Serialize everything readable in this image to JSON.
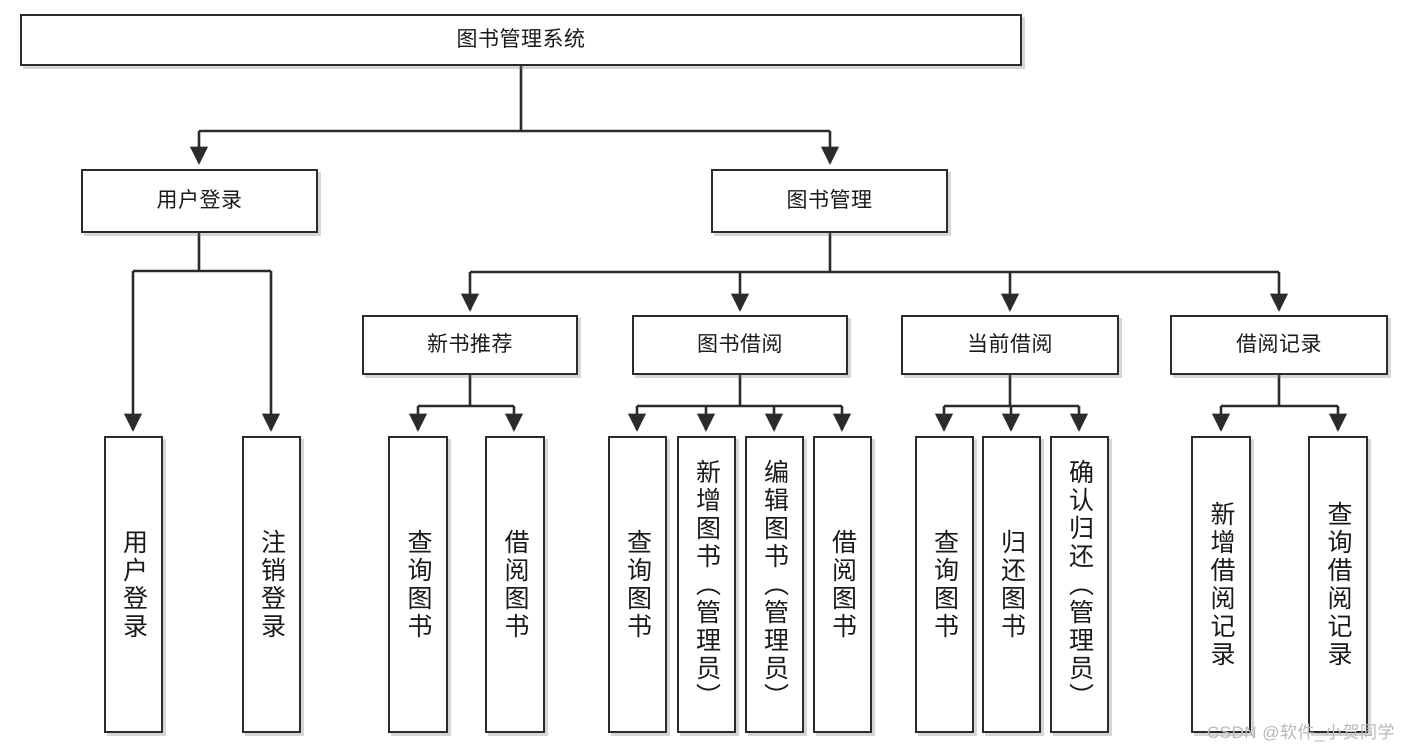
{
  "diagram": {
    "type": "tree",
    "title": "图书管理系统",
    "watermark": "CSDN @软件_小贺同学",
    "colors": {
      "box_border": "#2b2b2b",
      "box_fill": "#ffffff",
      "connector": "#2b2b2b",
      "watermark": "#b9b9b9",
      "background": "#ffffff"
    },
    "nodes": {
      "root": {
        "label": "图书管理系统",
        "level": 0,
        "orientation": "horizontal"
      },
      "l1": [
        {
          "id": "user-login",
          "label": "用户登录",
          "orientation": "horizontal"
        },
        {
          "id": "book-manage",
          "label": "图书管理",
          "orientation": "horizontal"
        }
      ],
      "l2": [
        {
          "id": "new-book-recommend",
          "label": "新书推荐",
          "orientation": "horizontal"
        },
        {
          "id": "book-borrow",
          "label": "图书借阅",
          "orientation": "horizontal"
        },
        {
          "id": "current-borrow",
          "label": "当前借阅",
          "orientation": "horizontal"
        },
        {
          "id": "borrow-record",
          "label": "借阅记录",
          "orientation": "horizontal"
        }
      ],
      "leaves": [
        {
          "id": "leaf-user-login",
          "label": "用户登录",
          "parent": "user-login",
          "orientation": "vertical"
        },
        {
          "id": "leaf-logout",
          "label": "注销登录",
          "parent": "user-login",
          "orientation": "vertical"
        },
        {
          "id": "leaf-query-book-1",
          "label": "查询图书",
          "parent": "new-book-recommend",
          "orientation": "vertical"
        },
        {
          "id": "leaf-borrow-book-1",
          "label": "借阅图书",
          "parent": "new-book-recommend",
          "orientation": "vertical"
        },
        {
          "id": "leaf-query-book-2",
          "label": "查询图书",
          "parent": "book-borrow",
          "orientation": "vertical"
        },
        {
          "id": "leaf-add-book",
          "label": "新增图书（管理员）",
          "parent": "book-borrow",
          "orientation": "vertical"
        },
        {
          "id": "leaf-edit-book",
          "label": "编辑图书（管理员）",
          "parent": "book-borrow",
          "orientation": "vertical"
        },
        {
          "id": "leaf-borrow-book-2",
          "label": "借阅图书",
          "parent": "book-borrow",
          "orientation": "vertical"
        },
        {
          "id": "leaf-query-book-3",
          "label": "查询图书",
          "parent": "current-borrow",
          "orientation": "vertical"
        },
        {
          "id": "leaf-return-book",
          "label": "归还图书",
          "parent": "current-borrow",
          "orientation": "vertical"
        },
        {
          "id": "leaf-confirm-return",
          "label": "确认归还（管理员）",
          "parent": "current-borrow",
          "orientation": "vertical"
        },
        {
          "id": "leaf-add-record",
          "label": "新增借阅记录",
          "parent": "borrow-record",
          "orientation": "vertical"
        },
        {
          "id": "leaf-query-record",
          "label": "查询借阅记录",
          "parent": "borrow-record",
          "orientation": "vertical"
        }
      ]
    }
  }
}
